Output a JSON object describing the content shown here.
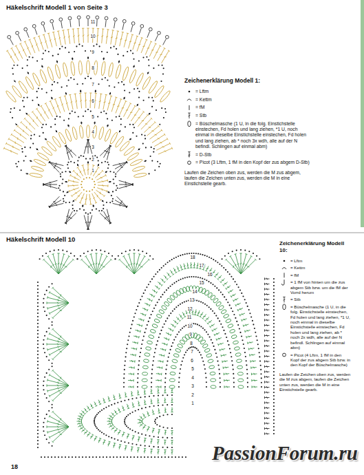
{
  "diagram": {
    "title": "Häkelschrift Modell 1 von Seite 3",
    "labels": [
      "Häkelschrift Modell 10",
      "Zeichenerklärung Modell 1:",
      "Laufen die Zeichen oben zus, werden die M zus abgem, laufen die Zeichen unten zus, werden die M in eine Einstichstelle gearb.",
      "Zeichenerklärung Modell 10:",
      "Laufen die Zeichen oben zus, werden die M zus abgem, laufen die Zeichen unten zus, werden die M in eine Einstichstelle gearb.",
      "18",
      "PassionForum.ru",
      "1",
      "2",
      "3",
      "4",
      "5",
      "6",
      "7",
      "8",
      "9",
      "10",
      "11",
      "1",
      "2",
      "3",
      "4",
      "5",
      "6",
      "7",
      "8",
      "9",
      "10",
      "11",
      "12",
      "13",
      "14",
      "15",
      "16",
      "17",
      "18"
    ],
    "legend": [
      {
        "text": "= Lftm"
      },
      {
        "text": "= Kettm"
      },
      {
        "text": "= fM"
      },
      {
        "text": "= Stb"
      },
      {
        "text": "= Büschelmasche (1 U, in die folg. Einstichstelle einstechen, Fd holen und lang ziehen, *1 U, noch einmal in dieselbe Einstichstelle einstechen, Fd holen und lang ziehen, ab * noch 3x wdh, alle auf der N befindl. Schlingen auf einmal abm)"
      },
      {
        "text": "= D-Stb"
      },
      {
        "text": "= Picot (3 Lftm, 1 fM in den Kopf der zus abgem D-Stb)"
      },
      {
        "text": "= Lftm"
      },
      {
        "text": "= Kettm"
      },
      {
        "text": "= fM"
      },
      {
        "text": "= 1 fM von hinten um die zus abgem Stb bzw. um die fM der Vorrd herum"
      },
      {
        "text": "= Stb"
      },
      {
        "text": "= Büschelmasche (1 U, in die folg. Einstichstelle einstechen, Fd holen und lang ziehen, *1 U, noch einmal in dieselbe Einstichstelle einstechen, Fd holen und lang ziehen, ab * noch 2x wdh, alle auf der N befindl. Schlingen auf einmal abm)"
      },
      {
        "text": "= Picot (4 Lftm, 1 fM in den Kopf der zus abgem Stb bzw. in den Kopf der Büschelmasche)"
      }
    ]
  }
}
